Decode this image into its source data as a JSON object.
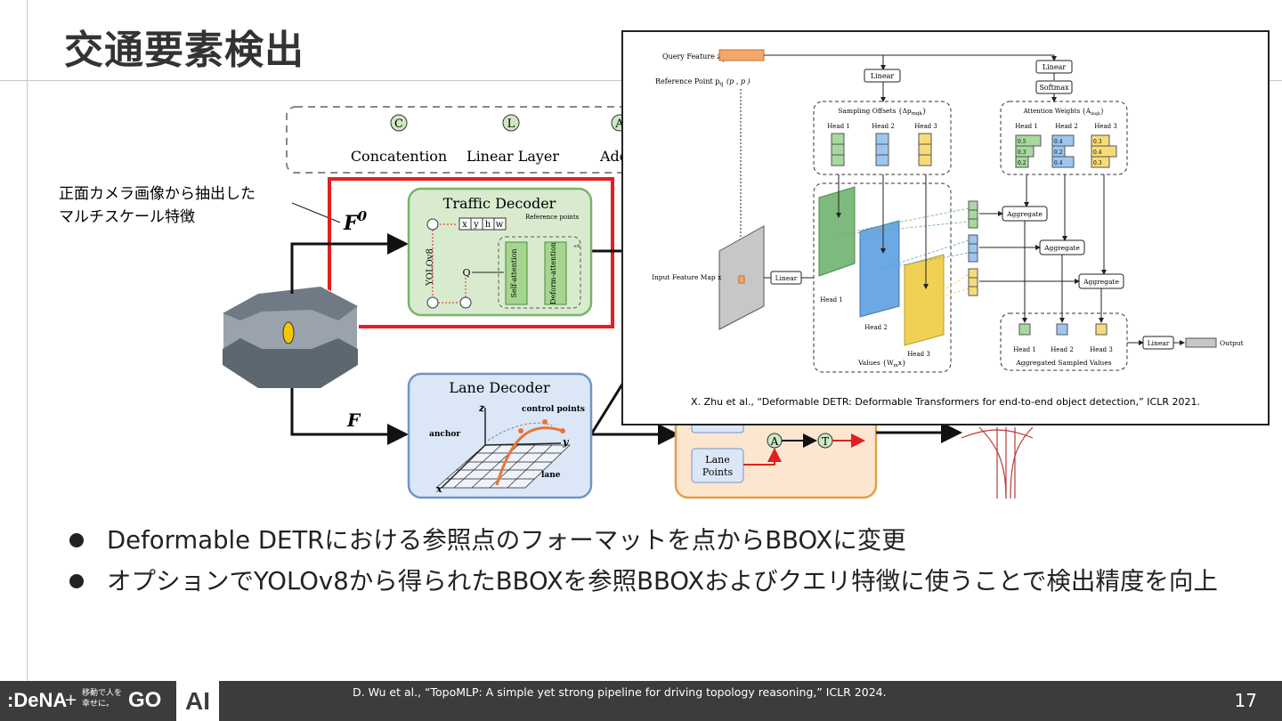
{
  "slide": {
    "title": "交通要素検出",
    "page_number": "17",
    "footer_citation": "D. Wu et al., “TopoMLP: A simple yet strong pipeline for driving topology reasoning,” ICLR 2024.",
    "bullets": [
      "Deformable DETRにおける参照点のフォーマットを点からBBOXに変更",
      "オプションでYOLOv8から得られたBBOXを参照BBOXおよびクエリ特徴に使うことで検出精度を向上"
    ]
  },
  "logos": {
    "dena": ":DeNA",
    "plus": "+",
    "tagline": "移動で人を幸せに。",
    "go": "GO",
    "ai": "AI"
  },
  "figure": {
    "legend": {
      "concat": "Concatention",
      "linear": "Linear Layer",
      "add": "Add"
    },
    "legend_glyphs": {
      "c": "C",
      "l": "L",
      "a": "A"
    },
    "annotation": "正面カメラ画像から抽出した マルチスケール特徴",
    "annotation_lines": [
      "正面カメラ画像から抽出した",
      "マルチスケール特徴"
    ],
    "f0_label": "F",
    "f0_sup": "0",
    "f_label": "F",
    "traffic_decoder": {
      "title": "Traffic Decoder",
      "yolo": "YOLOv8",
      "box_cells": [
        "x",
        "y",
        "h",
        "w"
      ],
      "reference_points": "Reference points",
      "query": "Q",
      "self_attention": "Self-attention",
      "deform_attention": "Deform-attention",
      "repeat": "×6"
    },
    "lane_decoder": {
      "title": "Lane Decoder",
      "control_points": "control points",
      "anchor": "anchor",
      "lane": "lane",
      "axis_x": "x",
      "axis_y": "y",
      "axis_z": "z"
    },
    "lane_points": [
      "Lane",
      "Points"
    ],
    "node_a": "A",
    "node_t": "T"
  },
  "inset": {
    "citation": "X. Zhu et al., “Deformable DETR: Deformable Transformers for end-to-end object detection,” ICLR 2021.",
    "query_feature": "Query Feature z",
    "query_sub": "q",
    "reference_point": "Reference Point p",
    "reference_sub": "q",
    "reference_coords": "(p  , p  )",
    "linear": "Linear",
    "softmax": "Softmax",
    "sampling_offsets": "Sampling Offsets {Δp",
    "sampling_sub": "mqk",
    "attention_weights": "Attention Weights {A",
    "attention_sub": "mqk",
    "heads": [
      "Head 1",
      "Head 2",
      "Head 3"
    ],
    "weights": [
      [
        "0.5",
        "0.3",
        "0.2"
      ],
      [
        "0.4",
        "0.2",
        "0.4"
      ],
      [
        "0.3",
        "0.4",
        "0.3"
      ]
    ],
    "aggregate": "Aggregate",
    "input_feature_map": "Input Feature Map x",
    "values": "Values {W",
    "values_sub": "m",
    "values_tail": "x}",
    "aggregated_sampled_values": "Aggregated Sampled Values",
    "output": "Output"
  },
  "colors": {
    "green": "#8cc98c",
    "blue": "#8db9e8",
    "yellow": "#f2d45c",
    "red": "#e02020",
    "traffic_bg": "#d8ebcf",
    "lane_bg": "#dbe7f7",
    "orange_bg": "#fde6cf"
  }
}
